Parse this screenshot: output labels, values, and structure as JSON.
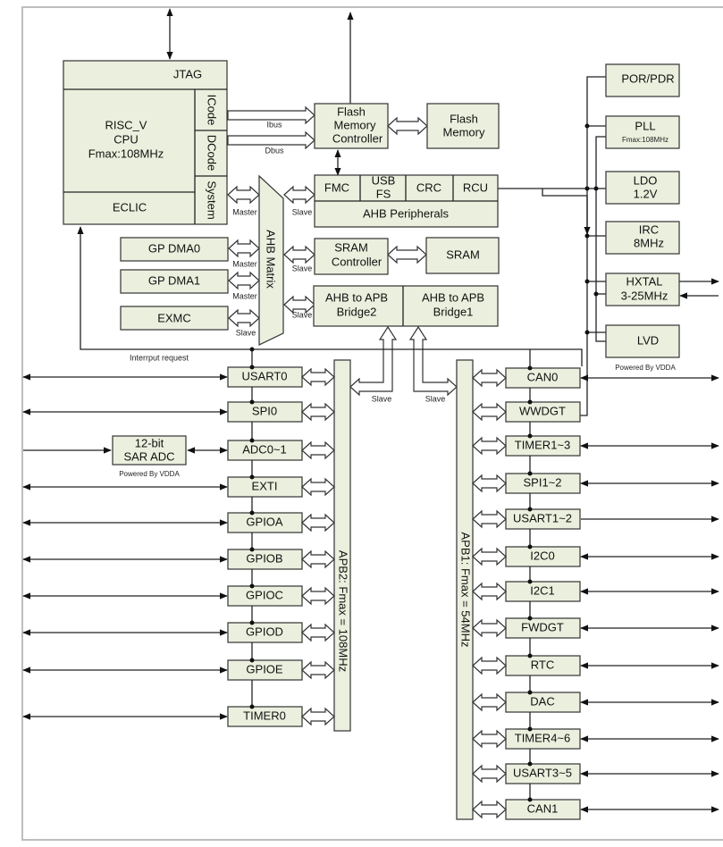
{
  "diagram": {
    "cpu": {
      "jtag": "JTAG",
      "core": [
        "RISC_V",
        "CPU",
        "Fmax:108MHz"
      ],
      "icode": "ICode",
      "dcode": "DCode",
      "system": "System",
      "eclic": "ECLIC"
    },
    "bus_labels": {
      "ibus": "Ibus",
      "dbus": "Dbus",
      "master": "Master",
      "slave": "Slave",
      "interrupt": "Interrput request"
    },
    "flash_controller": [
      "Flash",
      "Memory",
      "Controller"
    ],
    "flash_memory": [
      "Flash",
      "Memory"
    ],
    "ahb_peripherals": {
      "items": [
        "FMC",
        "USB\nFS",
        "CRC",
        "RCU"
      ],
      "usb": [
        "USB",
        "FS"
      ],
      "label": "AHB Peripherals"
    },
    "ahb_matrix": "AHB Matrix",
    "dma": [
      "GP DMA0",
      "GP DMA1"
    ],
    "exmc": "EXMC",
    "sram_controller": [
      "SRAM",
      "Controller"
    ],
    "sram": "SRAM",
    "bridge2": [
      "AHB to APB",
      "Bridge2"
    ],
    "bridge1": [
      "AHB to APB",
      "Bridge1"
    ],
    "power_clock": {
      "por": "POR/PDR",
      "pll": [
        "PLL",
        "Fmax:108MHz"
      ],
      "ldo": [
        "LDO",
        "1.2V"
      ],
      "irc": [
        "IRC",
        "8MHz"
      ],
      "hxtal": [
        "HXTAL",
        "3-25MHz"
      ],
      "lvd": "LVD",
      "powered": "Powered By VDDA"
    },
    "adc_block": [
      "12-bit",
      "SAR ADC"
    ],
    "adc_powered": "Powered By VDDA",
    "apb2": {
      "label": "APB2: Fmax = 108MHz",
      "peripherals": [
        "USART0",
        "SPI0",
        "ADC0~1",
        "EXTI",
        "GPIOA",
        "GPIOB",
        "GPIOC",
        "GPIOD",
        "GPIOE",
        "TIMER0"
      ]
    },
    "apb1": {
      "label": "APB1: Fmax = 54MHz",
      "peripherals": [
        "CAN0",
        "WWDGT",
        "TIMER1~3",
        "SPI1~2",
        "USART1~2",
        "I2C0",
        "I2C1",
        "FWDGT",
        "RTC",
        "DAC",
        "TIMER4~6",
        "USART3~5",
        "CAN1"
      ]
    },
    "colors": {
      "block_fill": "#ebf0de",
      "border": "#404040"
    }
  }
}
